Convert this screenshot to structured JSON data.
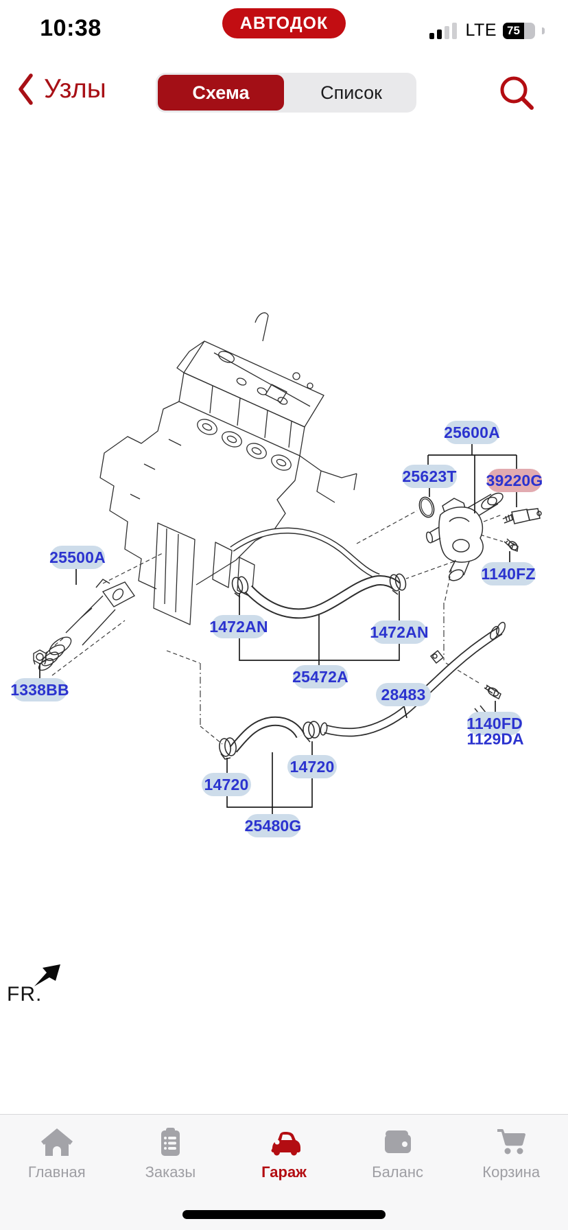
{
  "status_bar": {
    "time": "10:38",
    "carrier": "LTE",
    "battery_percent": "75",
    "app_badge": "АВТОДОК"
  },
  "nav": {
    "back_label": "Узлы",
    "segments": [
      {
        "label": "Схема",
        "active": true
      },
      {
        "label": "Список",
        "active": false
      }
    ]
  },
  "diagram": {
    "fr_label": "FR.",
    "labels": [
      {
        "text": "25600A",
        "highlighted": false
      },
      {
        "text": "25623T",
        "highlighted": false
      },
      {
        "text": "39220G",
        "highlighted": true
      },
      {
        "text": "1140FZ",
        "highlighted": false
      },
      {
        "text": "25500A",
        "highlighted": false
      },
      {
        "text": "1472AN",
        "highlighted": false
      },
      {
        "text": "1472AN",
        "highlighted": false
      },
      {
        "text": "25472A",
        "highlighted": false
      },
      {
        "text": "28483",
        "highlighted": false
      },
      {
        "text": "1140FD",
        "highlighted": false
      },
      {
        "text": "1129DA",
        "highlighted": false
      },
      {
        "text": "1338BB",
        "highlighted": false
      },
      {
        "text": "14720",
        "highlighted": false
      },
      {
        "text": "14720",
        "highlighted": false
      },
      {
        "text": "25480G",
        "highlighted": false
      }
    ]
  },
  "tab_bar": {
    "items": [
      {
        "label": "Главная",
        "icon": "home-icon",
        "active": false
      },
      {
        "label": "Заказы",
        "icon": "orders-icon",
        "active": false
      },
      {
        "label": "Гараж",
        "icon": "car-icon",
        "active": true
      },
      {
        "label": "Баланс",
        "icon": "wallet-icon",
        "active": false
      },
      {
        "label": "Корзина",
        "icon": "cart-icon",
        "active": false
      }
    ]
  },
  "colors": {
    "brand_red": "#c20d12",
    "nav_red": "#a30f16",
    "accent_red": "#b30d12",
    "part_text_blue": "#2b33cf",
    "pill_blue": "#cddcea",
    "pill_highlight_pink": "#e2abb0"
  }
}
